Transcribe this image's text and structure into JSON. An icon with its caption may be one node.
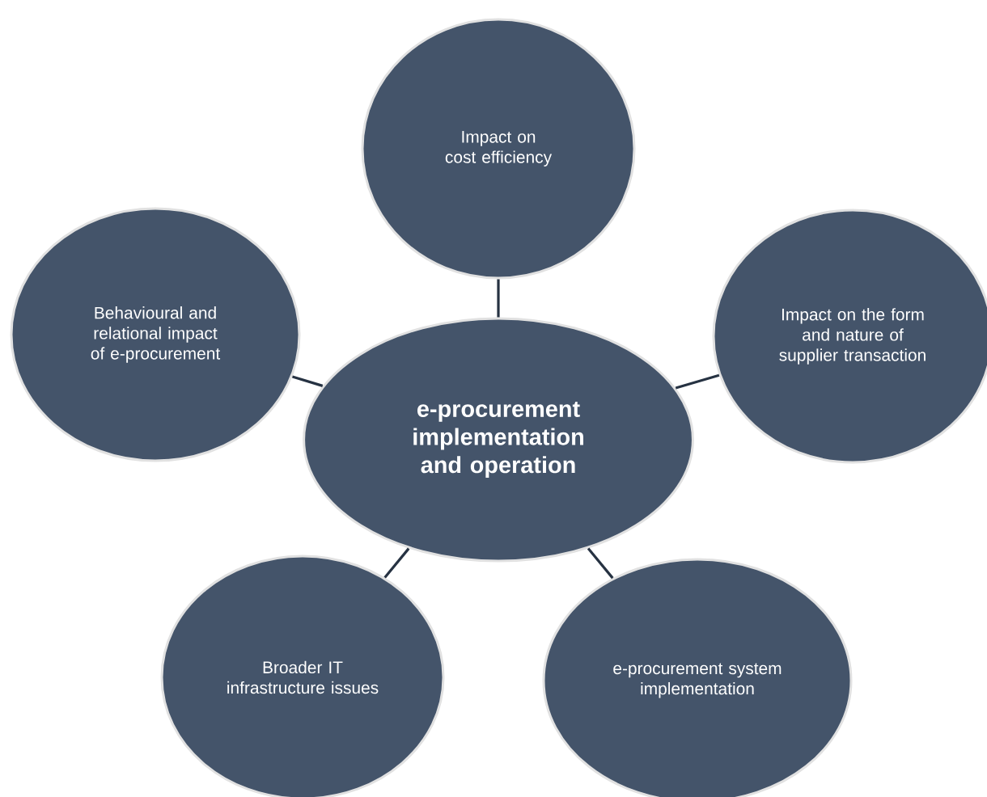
{
  "diagram": {
    "nodes": [
      {
        "text": [
          "Impact on cost efficiency"
        ]
      },
      {
        "text": [
          "Behavioural and relational impact of e-procurement"
        ]
      },
      {
        "text": [
          "e-procurement implementation and operation"
        ]
      },
      {
        "text": [
          "Impact on the form and nature of supplier transaction"
        ]
      },
      {
        "text": [
          "Broader IT infrastructure issues"
        ]
      },
      {
        "text": [
          "e-procurement system implementation"
        ]
      }
    ],
    "edges": [
      {
        "from": 2,
        "to": 0,
        "arrow": "none"
      },
      {
        "from": 2,
        "to": 1,
        "arrow": "none"
      },
      {
        "from": 2,
        "to": 3,
        "arrow": "none"
      },
      {
        "from": 2,
        "to": 4,
        "arrow": "none"
      },
      {
        "from": 2,
        "to": 5,
        "arrow": "none"
      }
    ]
  }
}
